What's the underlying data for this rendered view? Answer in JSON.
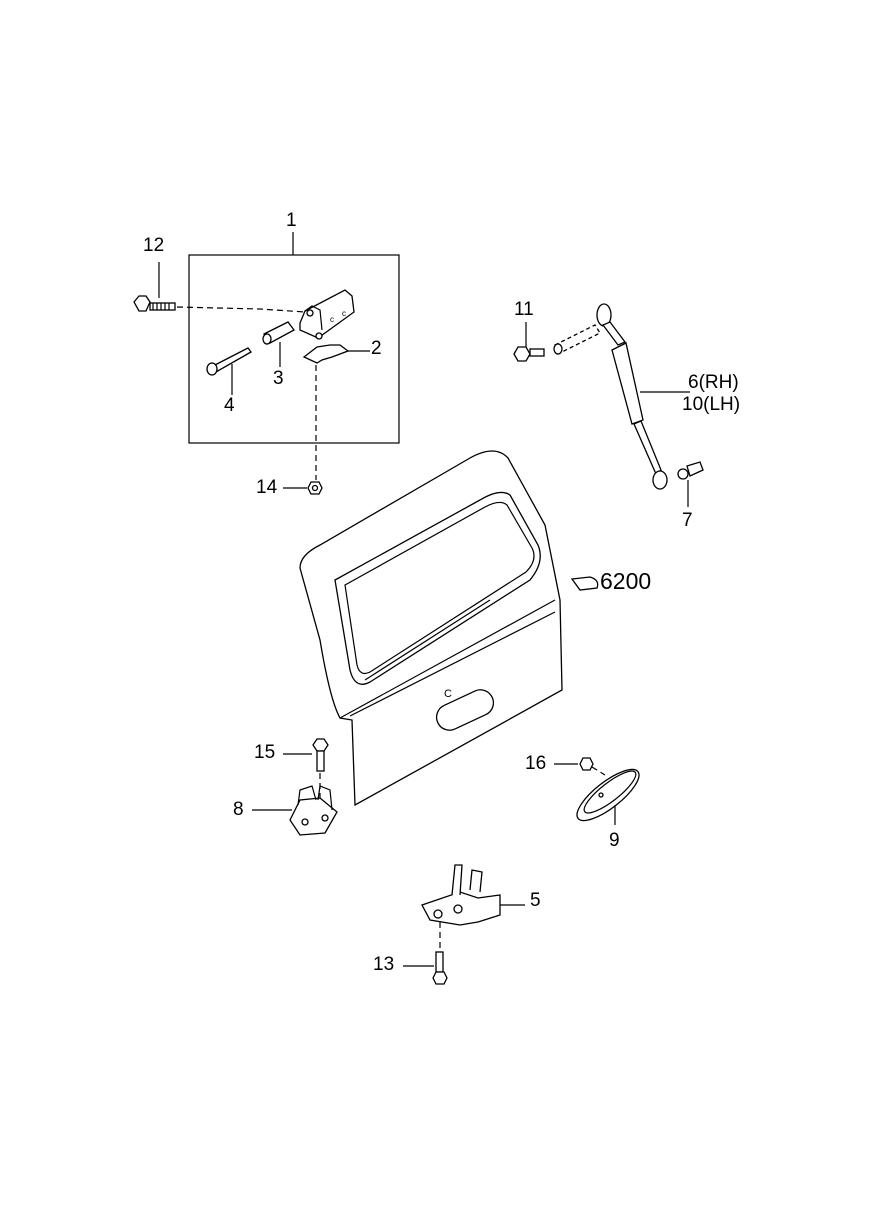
{
  "diagram": {
    "title": "Tailgate assembly parts diagram",
    "callouts": {
      "p1": "1",
      "p2": "2",
      "p3": "3",
      "p4": "4",
      "p5": "5",
      "p6": "6(RH)",
      "p10": "10(LH)",
      "p7": "7",
      "p8": "8",
      "p9": "9",
      "p11": "11",
      "p12": "12",
      "p13": "13",
      "p14": "14",
      "p15": "15",
      "p16": "16",
      "ref": "6200"
    },
    "marks": {
      "handle_letter": "C"
    }
  }
}
